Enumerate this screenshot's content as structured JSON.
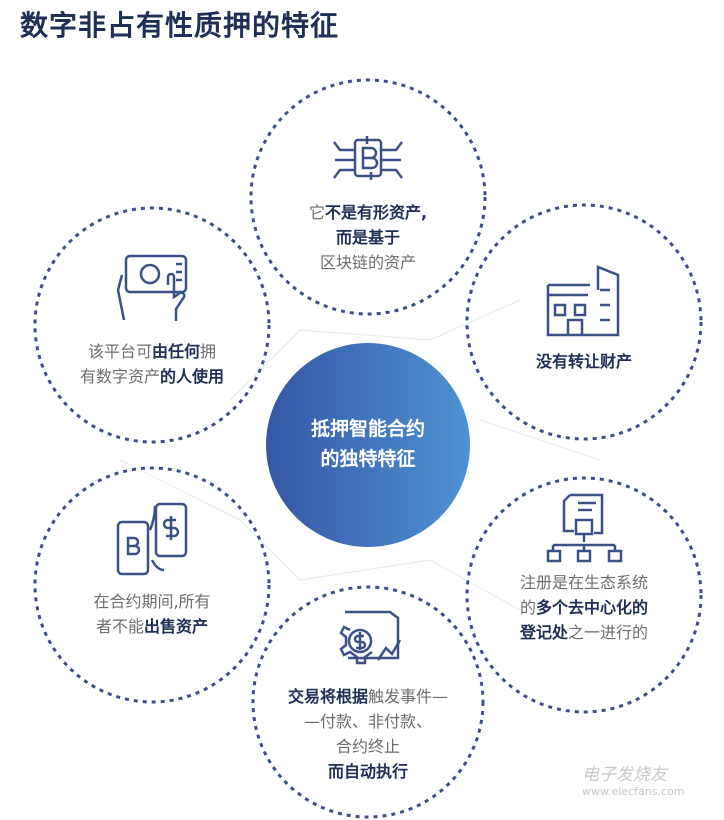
{
  "title": "数字非占有性质押的特征",
  "center": {
    "lines": [
      "抵押智能合约",
      "的独特特征"
    ]
  },
  "colors": {
    "navy": "#1f2f56",
    "dash": "#3c4f86",
    "gray": "#6d6d6d",
    "grad_start": "#3457a6",
    "grad_end": "#4f90d0"
  },
  "features": [
    {
      "id": "top",
      "icon": "circuit-bitcoin-icon",
      "lines": [
        [
          {
            "t": "它"
          },
          {
            "t": "不是有形资产,",
            "b": true
          }
        ],
        [
          {
            "t": "而是基于",
            "b": true
          }
        ],
        [
          {
            "t": "区块链的资产"
          }
        ]
      ]
    },
    {
      "id": "upper-left",
      "icon": "hands-tablet-bitcoin-icon",
      "lines": [
        [
          {
            "t": "该平台可"
          },
          {
            "t": "由任何",
            "b": true
          },
          {
            "t": "拥"
          }
        ],
        [
          {
            "t": "有数字资产"
          },
          {
            "t": "的人使用",
            "b": true
          }
        ]
      ]
    },
    {
      "id": "upper-right",
      "icon": "building-icon",
      "lines": [
        [
          {
            "t": "没有转让财产",
            "b": true
          }
        ]
      ]
    },
    {
      "id": "lower-left",
      "icon": "phones-bitcoin-dollar-icon",
      "lines": [
        [
          {
            "t": "在合约期间,所有"
          }
        ],
        [
          {
            "t": "者不能"
          },
          {
            "t": "出售资产",
            "b": true
          }
        ]
      ]
    },
    {
      "id": "lower-right",
      "icon": "document-hierarchy-icon",
      "lines": [
        [
          {
            "t": "注册是在生态系统"
          }
        ],
        [
          {
            "t": "的"
          },
          {
            "t": "多个去中心化的",
            "b": true
          }
        ],
        [
          {
            "t": "登记处",
            "b": true
          },
          {
            "t": "之一进行的"
          }
        ]
      ]
    },
    {
      "id": "bottom",
      "icon": "dollar-gear-document-icon",
      "lines": [
        [
          {
            "t": "交易将根据",
            "b": true
          },
          {
            "t": "触发事件—"
          }
        ],
        [
          {
            "t": "—付款、非付款、"
          }
        ],
        [
          {
            "t": "合约终止"
          }
        ],
        [
          {
            "t": "而自动执行",
            "b": true
          }
        ]
      ]
    }
  ],
  "watermark": {
    "cn": "电子发烧友",
    "url": "www.elecfans.com"
  }
}
